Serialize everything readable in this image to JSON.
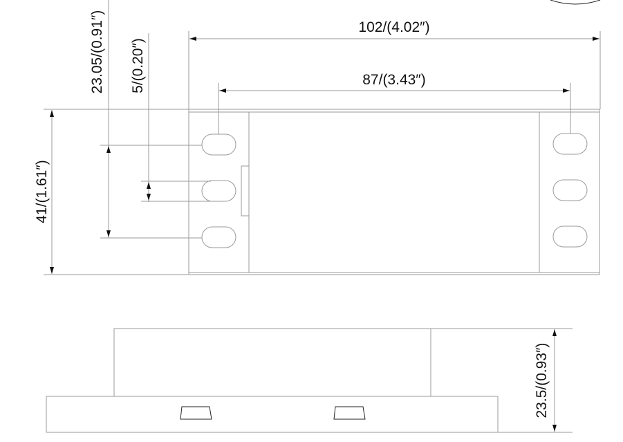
{
  "top_view": {
    "dimensions": {
      "overall_length": "102/(4.02″)",
      "hole_spacing_length": "87/(3.43″)",
      "overall_width": "41/(1.61″)",
      "hole_span": "23.05/(0.91″)",
      "slot_width": "5/(0.20″)"
    },
    "slots_per_flange": 3
  },
  "side_view": {
    "dimensions": {
      "height": "23.5/(0.93″)"
    }
  },
  "colors": {
    "line": "#9a9a9a",
    "text": "#111111"
  }
}
